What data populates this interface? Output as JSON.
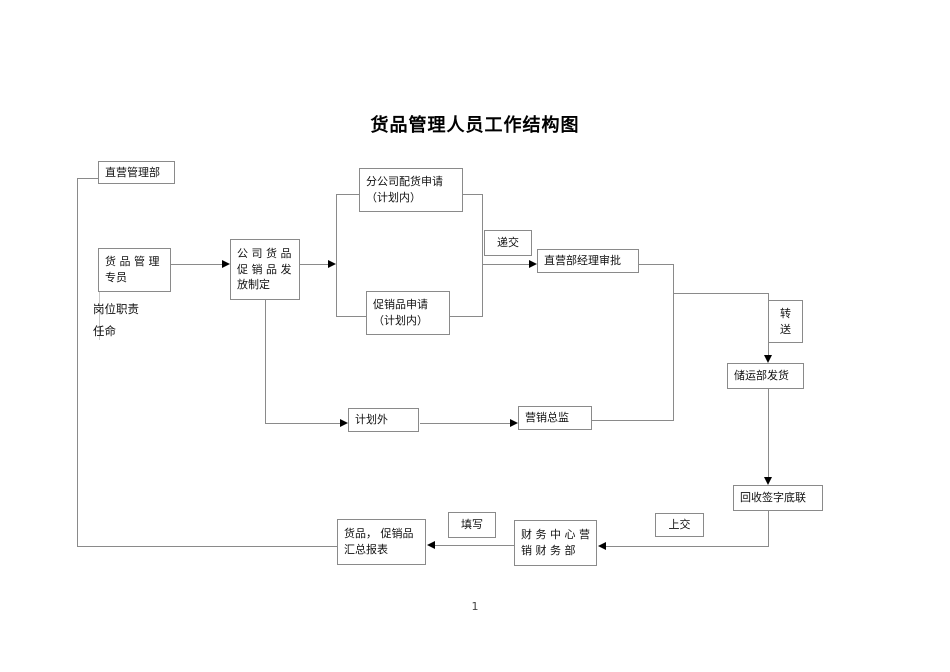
{
  "page": {
    "title": "货品管理人员工作结构图",
    "page_number": "1"
  },
  "side_labels": {
    "job_duty": "岗位职责",
    "appointment": "任命"
  },
  "nodes": {
    "direct_mgmt_dept": "直营管理部",
    "goods_mgmt_specialist": "货 品 管 理\n专员",
    "company_goods_policy": "公 司 货 品\n促 销 品 发\n放制定",
    "branch_allocation_request": "分公司配货申请\n（计划内）",
    "promo_goods_request": "促销品申请\n（计划内）",
    "submit_label": "递交",
    "direct_dept_manager_approval": "直营部经理审批",
    "forward_label": "转\n送",
    "storage_dept_shipping": "储运部发货",
    "out_of_plan": "计划外",
    "marketing_director": "营销总监",
    "collect_signed_copy": "回收签字底联",
    "hand_in_label": "上交",
    "finance_center": "财 务 中 心 营\n销 财 务 部",
    "fill_in_label": "填写",
    "goods_promo_summary_report": "货品， 促销品\n汇总报表"
  }
}
